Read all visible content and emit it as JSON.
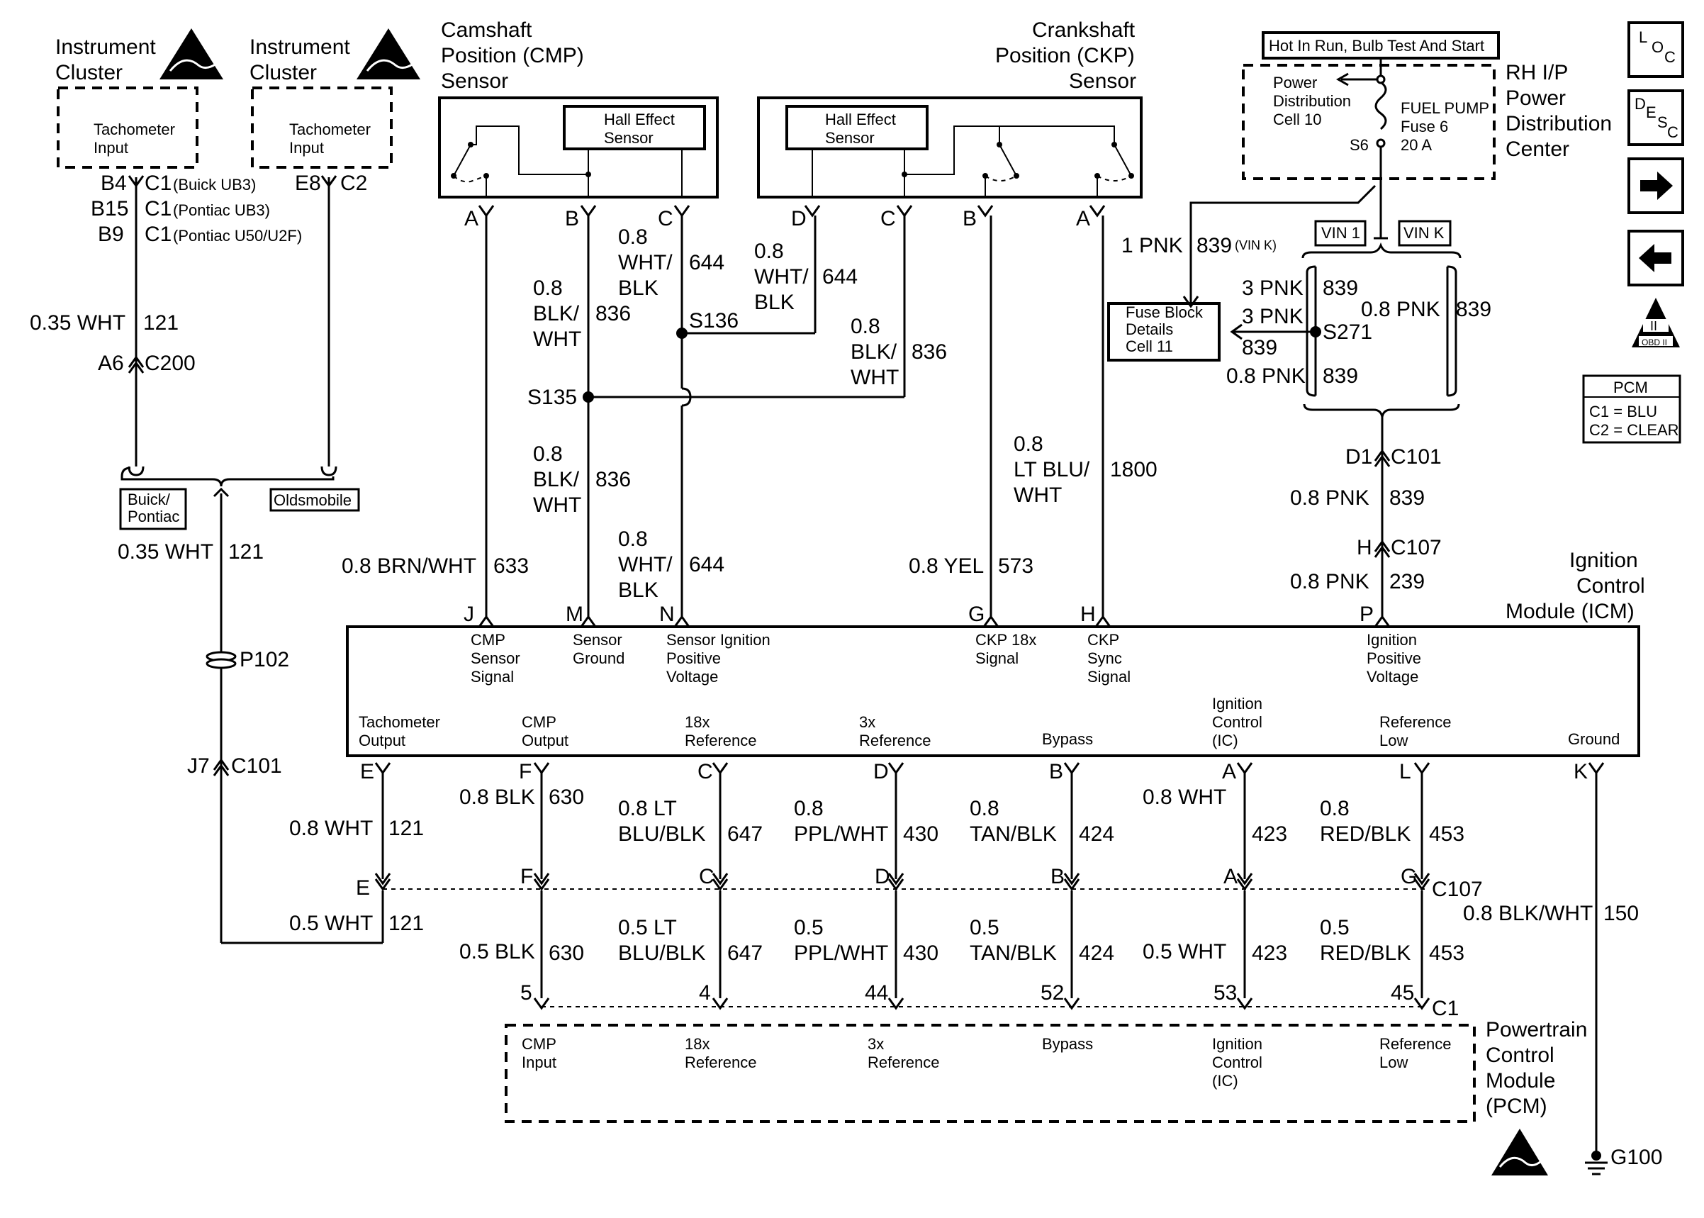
{
  "components": {
    "ic_left": {
      "title_1": "Instrument",
      "title_2": "Cluster",
      "inner": "Tachometer\nInput"
    },
    "ic_right": {
      "title_1": "Instrument",
      "title_2": "Cluster",
      "inner": "Tachometer\nInput"
    },
    "cmp": {
      "title_1": "Camshaft",
      "title_2": "Position (CMP)",
      "title_3": "Sensor",
      "inner": "Hall Effect\nSensor"
    },
    "ckp": {
      "title_1": "Crankshaft",
      "title_2": "Position (CKP)",
      "title_3": "Sensor",
      "inner": "Hall Effect\nSensor"
    },
    "hot_in_run": "Hot In Run, Bulb Test And Start",
    "pdc": {
      "title_1": "RH I/P",
      "title_2": "Power",
      "title_3": "Distribution",
      "title_4": "Center",
      "cell": "Power\nDistribution\nCell 10",
      "fuse": "FUEL PUMP\nFuse 6\n20 A",
      "splice": "S6"
    },
    "fuse_block": "Fuse Block\nDetails\nCell 11",
    "icm": {
      "title_1": "Ignition",
      "title_2": "Control",
      "title_3": "Module (ICM)"
    },
    "pcm": {
      "title_1": "Powertrain",
      "title_2": "Control",
      "title_3": "Module",
      "title_4": "(PCM)"
    },
    "pcm_legend": {
      "title": "PCM",
      "c1": "C1 = BLU",
      "c2": "C2 = CLEAR"
    },
    "options": {
      "buick_pontiac": "Buick/\nPontiac",
      "oldsmobile": "Oldsmobile",
      "vin1": "VIN 1",
      "vink": "VIN K"
    },
    "ground": "G100"
  },
  "nav_icons": {
    "loc": "LOC",
    "desc": "DESC",
    "next": "right-arrow-icon",
    "prev": "left-arrow-icon",
    "obd": "OBD II"
  },
  "icm_pins_top": [
    {
      "letter": "J",
      "label": "CMP\nSensor\nSignal"
    },
    {
      "letter": "M",
      "label": "Sensor\nGround"
    },
    {
      "letter": "N",
      "label": "Sensor Ignition\nPositive\nVoltage"
    },
    {
      "letter": "G",
      "label": "CKP 18x\nSignal"
    },
    {
      "letter": "H",
      "label": "CKP\nSync\nSignal"
    },
    {
      "letter": "P",
      "label": "Ignition\nPositive\nVoltage"
    }
  ],
  "icm_pins_bottom": [
    {
      "letter": "E",
      "label": "Tachometer\nOutput"
    },
    {
      "letter": "F",
      "label": "CMP\nOutput"
    },
    {
      "letter": "C",
      "label": "18x\nReference"
    },
    {
      "letter": "D",
      "label": "3x\nReference"
    },
    {
      "letter": "B",
      "label": "Bypass"
    },
    {
      "letter": "A",
      "label": "Ignition\nControl\n(IC)"
    },
    {
      "letter": "L",
      "label": "Reference\nLow"
    },
    {
      "letter": "K",
      "label": "Ground"
    }
  ],
  "pcm_pins": [
    {
      "number": "5",
      "label": "CMP\nInput"
    },
    {
      "number": "4",
      "label": "18x\nReference"
    },
    {
      "number": "44",
      "label": "3x\nReference"
    },
    {
      "number": "52",
      "label": "Bypass"
    },
    {
      "number": "53",
      "label": "Ignition\nControl\n(IC)"
    },
    {
      "number": "45",
      "label": "Reference\nLow"
    }
  ],
  "wires": {
    "tach_ic": {
      "size": "0.35 WHT",
      "circuit": "121"
    },
    "tach_mid": {
      "size": "0.35 WHT",
      "circuit": "121"
    },
    "tach_out": {
      "size": "0.8 WHT",
      "circuit": "121"
    },
    "tach_pcm": {
      "size": "0.5 WHT",
      "circuit": "121"
    },
    "cmp_sig": {
      "size": "0.8 BRN/WHT",
      "circuit": "633"
    },
    "gnd_836_a": {
      "size": "0.8\nBLK/\nWHT",
      "circuit": "836"
    },
    "gnd_836_b": {
      "size": "0.8\nBLK/\nWHT",
      "circuit": "836"
    },
    "gnd_836_c": {
      "size": "0.8\nBLK/\nWHT",
      "circuit": "836"
    },
    "ref_644_a": {
      "size": "0.8\nWHT/\nBLK",
      "circuit": "644"
    },
    "ref_644_b": {
      "size": "0.8\nWHT/\nBLK",
      "circuit": "644"
    },
    "ref_644_c": {
      "size": "0.8\nWHT/\nBLK",
      "circuit": "644"
    },
    "ckp18": {
      "size": "0.8 YEL",
      "circuit": "573"
    },
    "ckp_sync": {
      "size": "0.8\nLT BLU/\nWHT",
      "circuit": "1800"
    },
    "pnk_839_vink": {
      "size": "1 PNK",
      "circuit": "839",
      "note": "(VIN K)"
    },
    "pnk_839_a": {
      "size": "3 PNK",
      "circuit": "839"
    },
    "pnk_839_b": {
      "size": "3 PNK",
      "circuit": "839"
    },
    "pnk_839_c": {
      "size": "0.8 PNK",
      "circuit": "839"
    },
    "pnk_839_d": {
      "size": "0.8 PNK",
      "circuit": "839"
    },
    "pnk_839_e": {
      "size": "0.8 PNK",
      "circuit": "839"
    },
    "pnk_239": {
      "size": "0.8 PNK",
      "circuit": "239"
    },
    "cmp_out_icm": {
      "size": "0.8 BLK",
      "circuit": "630"
    },
    "cmp_out_pcm": {
      "size": "0.5 BLK",
      "circuit": "630"
    },
    "ref18_icm": {
      "size": "0.8 LT\nBLU/BLK",
      "circuit": "647"
    },
    "ref18_pcm": {
      "size": "0.5 LT\nBLU/BLK",
      "circuit": "647"
    },
    "ref3_icm": {
      "size": "0.8\nPPL/WHT",
      "circuit": "430"
    },
    "ref3_pcm": {
      "size": "0.5\nPPL/WHT",
      "circuit": "430"
    },
    "bypass_icm": {
      "size": "0.8\nTAN/BLK",
      "circuit": "424"
    },
    "bypass_pcm": {
      "size": "0.5\nTAN/BLK",
      "circuit": "424"
    },
    "ic_icm": {
      "size": "0.8 WHT",
      "circuit": "423"
    },
    "ic_pcm": {
      "size": "0.5 WHT",
      "circuit": "423"
    },
    "reflow_icm": {
      "size": "0.8\nRED/BLK",
      "circuit": "453"
    },
    "reflow_pcm": {
      "size": "0.5\nRED/BLK",
      "circuit": "453"
    },
    "gnd_150": {
      "size": "0.8 BLK/WHT",
      "circuit": "150"
    }
  },
  "connectors": {
    "ic_b4": "B4",
    "ic_c1": "C1",
    "ic_c1_note": "(Buick UB3)",
    "ic_b15": "B15",
    "ic_c1b": "C1",
    "ic_c1b_note": "(Pontiac UB3)",
    "ic_b9": "B9",
    "ic_c1c": "C1",
    "ic_c1c_note": "(Pontiac U50/U2F)",
    "ic_e8": "E8",
    "ic_c2": "C2",
    "a6": "A6",
    "c200": "C200",
    "p102": "P102",
    "j7": "J7",
    "c101_left": "C101",
    "cmp_a": "A",
    "cmp_b": "B",
    "cmp_c": "C",
    "ckp_d": "D",
    "ckp_c": "C",
    "ckp_b": "B",
    "ckp_a": "A",
    "s135": "S135",
    "s136": "S136",
    "s271": "S271",
    "d1": "D1",
    "c101_right": "C101",
    "h": "H",
    "c107_top": "C107",
    "inline_e": "E",
    "inline_f": "F",
    "inline_c": "C",
    "inline_d": "D",
    "inline_b": "B",
    "inline_a": "A",
    "inline_g": "G",
    "c107_bottom": "C107",
    "c1_pcm": "C1"
  }
}
